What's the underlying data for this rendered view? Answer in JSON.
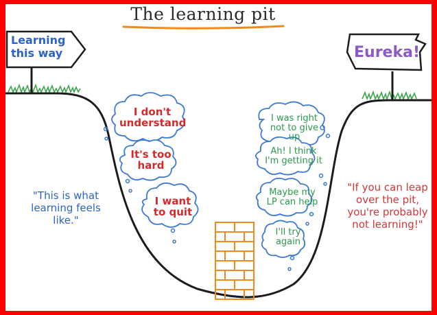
{
  "title": "The learning pit",
  "signs": {
    "left": "Learning this way",
    "right": "Eureka!"
  },
  "quotes": {
    "left": "\"This is what learning feels like.\"",
    "right": "\"If you can leap over the pit, you're probably not learning!\""
  },
  "bubbles_left": [
    {
      "text": "I don't understand"
    },
    {
      "text": "It's too hard"
    },
    {
      "text": "I want to quit"
    }
  ],
  "bubbles_right": [
    {
      "text": "I was right not to give up"
    },
    {
      "text": "Ah! I think I'm getting it"
    },
    {
      "text": "Maybe my LP can help"
    },
    {
      "text": "I'll try again"
    }
  ],
  "colors": {
    "frame": "#ff0000",
    "red_text": "#d42a2a",
    "green_text": "#2a9a4a",
    "blue_text": "#2b63c9",
    "cloud_stroke": "#3a78d6",
    "grass": "#3aa64a",
    "ladder": "#f08a1a",
    "eureka": "#8a5bc6"
  }
}
